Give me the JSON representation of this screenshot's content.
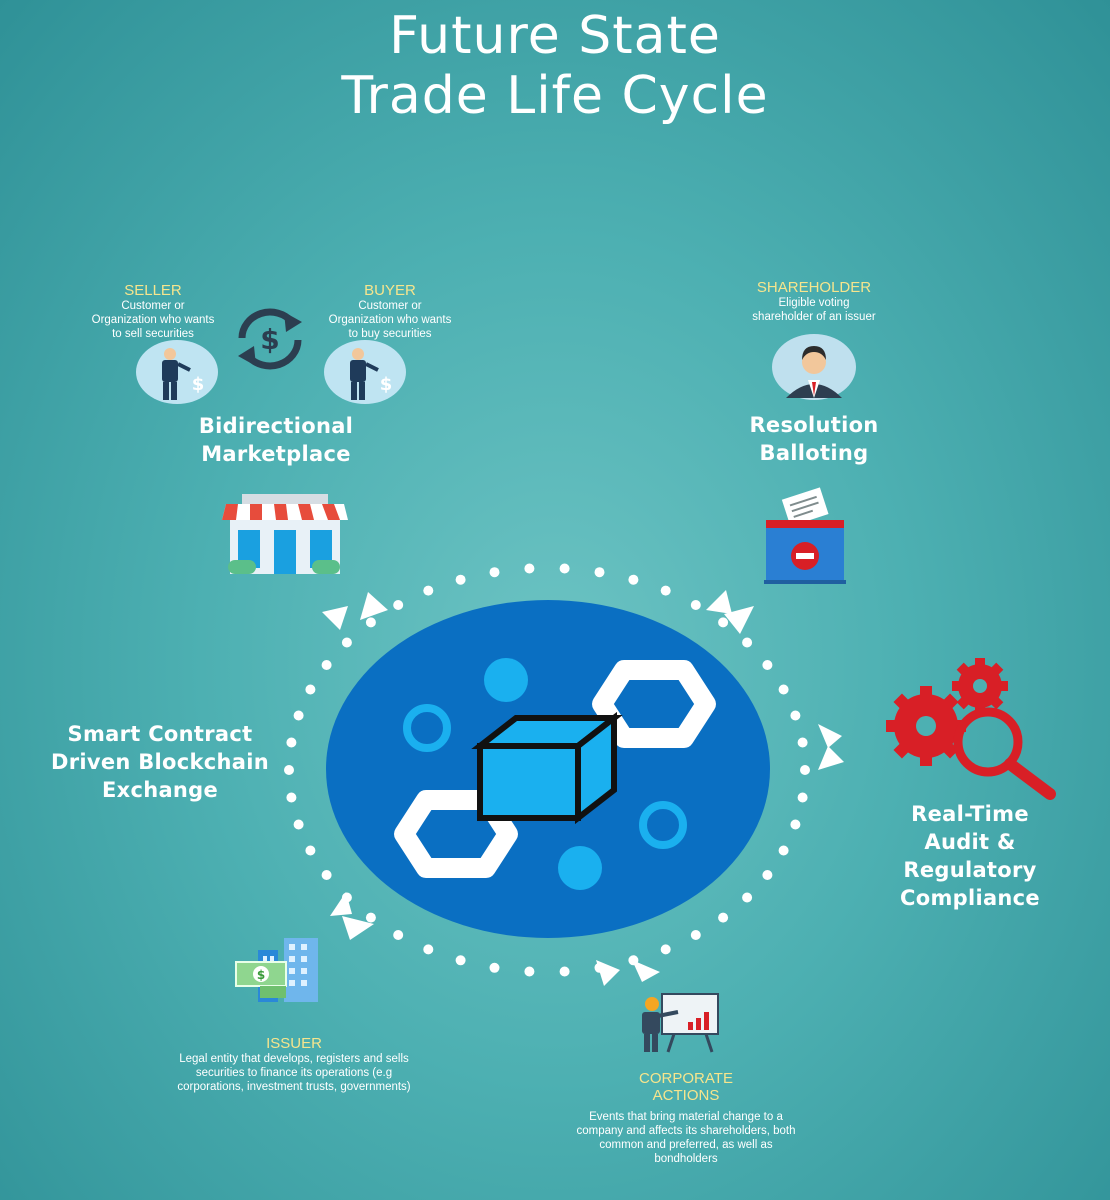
{
  "title": {
    "line1": "Future State",
    "line2": "Trade Life Cycle"
  },
  "seller": {
    "label": "SELLER",
    "desc": [
      "Customer or",
      "Organization who wants",
      "to sell securities"
    ]
  },
  "buyer": {
    "label": "BUYER",
    "desc": [
      "Customer or",
      "Organization who wants",
      "to buy securities"
    ]
  },
  "shareholder": {
    "label": "SHAREHOLDER",
    "desc": [
      "Eligible voting",
      "shareholder of an issuer"
    ]
  },
  "marketplace": {
    "heading": [
      "Bidirectional",
      "Marketplace"
    ]
  },
  "balloting": {
    "heading": [
      "Resolution",
      "Balloting"
    ]
  },
  "exchange": {
    "heading": [
      "Smart Contract",
      "Driven Blockchain",
      "Exchange"
    ]
  },
  "audit": {
    "heading": [
      "Real-Time",
      "Audit &",
      "Regulatory",
      "Compliance"
    ]
  },
  "issuer": {
    "label": "ISSUER",
    "desc": [
      "Legal entity that develops, registers and sells",
      "securities to finance its operations (e.g",
      "corporations, investment trusts, governments)"
    ]
  },
  "corporate_actions": {
    "label": [
      "CORPORATE",
      "ACTIONS"
    ],
    "desc": [
      "Events that bring material change to a",
      "company and affects its shareholders, both",
      "common and preferred, as well as",
      "bondholders"
    ]
  },
  "colors": {
    "background": "#4db0b2",
    "title": "#ffffff",
    "role_label": "#f6e58d",
    "blockchain_circle": "#0a6fc2",
    "cube": "#1ab0ef",
    "gear": "#d81f26"
  },
  "icons": [
    "exchange-dollar-icon",
    "businessman-dollar-icon",
    "shareholder-avatar-icon",
    "storefront-icon",
    "ballot-box-icon",
    "blockchain-cube-icon",
    "gears-magnifier-icon",
    "money-building-icon",
    "presentation-chart-icon"
  ]
}
